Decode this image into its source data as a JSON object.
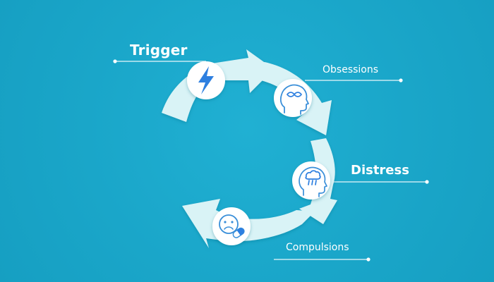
{
  "colors": {
    "background": "#1aa6c9",
    "arrow": "#d9f3f6",
    "arrow_shadow": "#b8e4ea",
    "icon_circle": "#ffffff",
    "icon_accent": "#2d7fe0",
    "icon_line": "#3a8fd9",
    "connector_line": "#e8f7fa"
  },
  "stages": [
    {
      "label": "Trigger",
      "icon": "lightning-bolt-icon"
    },
    {
      "label": "Obsessions",
      "icon": "head-infinity-icon"
    },
    {
      "label": "Distress",
      "icon": "head-cloud-icon"
    },
    {
      "label": "Compulsions",
      "icon": "sad-face-pill-icon"
    }
  ]
}
